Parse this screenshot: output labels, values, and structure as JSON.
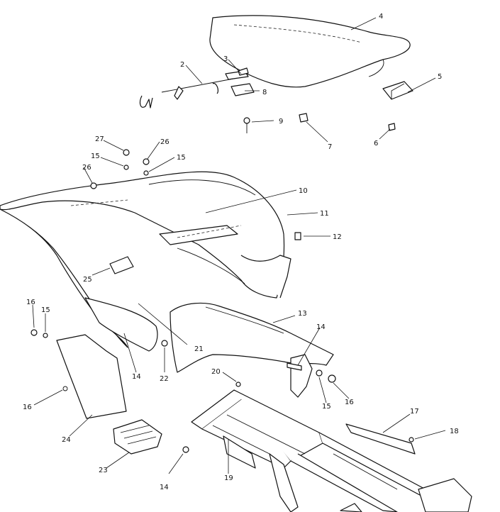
{
  "callouts": [
    {
      "id": "c4",
      "text": "4"
    },
    {
      "id": "c5",
      "text": "5"
    },
    {
      "id": "c2",
      "text": "2"
    },
    {
      "id": "c3",
      "text": "3"
    },
    {
      "id": "c8",
      "text": "8"
    },
    {
      "id": "c9",
      "text": "9"
    },
    {
      "id": "c7",
      "text": "7"
    },
    {
      "id": "c6",
      "text": "6"
    },
    {
      "id": "c27",
      "text": "27"
    },
    {
      "id": "c26a",
      "text": "26"
    },
    {
      "id": "c15a",
      "text": "15"
    },
    {
      "id": "c15b",
      "text": "15"
    },
    {
      "id": "c26b",
      "text": "26"
    },
    {
      "id": "c10",
      "text": "10"
    },
    {
      "id": "c11",
      "text": "11"
    },
    {
      "id": "c12",
      "text": "12"
    },
    {
      "id": "c25",
      "text": "25"
    },
    {
      "id": "c13",
      "text": "13"
    },
    {
      "id": "c16a",
      "text": "16"
    },
    {
      "id": "c15c",
      "text": "15"
    },
    {
      "id": "c14a",
      "text": "14"
    },
    {
      "id": "c21",
      "text": "21"
    },
    {
      "id": "c22",
      "text": "22"
    },
    {
      "id": "c14b",
      "text": "14"
    },
    {
      "id": "c15d",
      "text": "15"
    },
    {
      "id": "c16b",
      "text": "16"
    },
    {
      "id": "c20",
      "text": "20"
    },
    {
      "id": "c16c",
      "text": "16"
    },
    {
      "id": "c24",
      "text": "24"
    },
    {
      "id": "c17",
      "text": "17"
    },
    {
      "id": "c18",
      "text": "18"
    },
    {
      "id": "c23",
      "text": "23"
    },
    {
      "id": "c19",
      "text": "19"
    },
    {
      "id": "c14c",
      "text": "14"
    }
  ]
}
